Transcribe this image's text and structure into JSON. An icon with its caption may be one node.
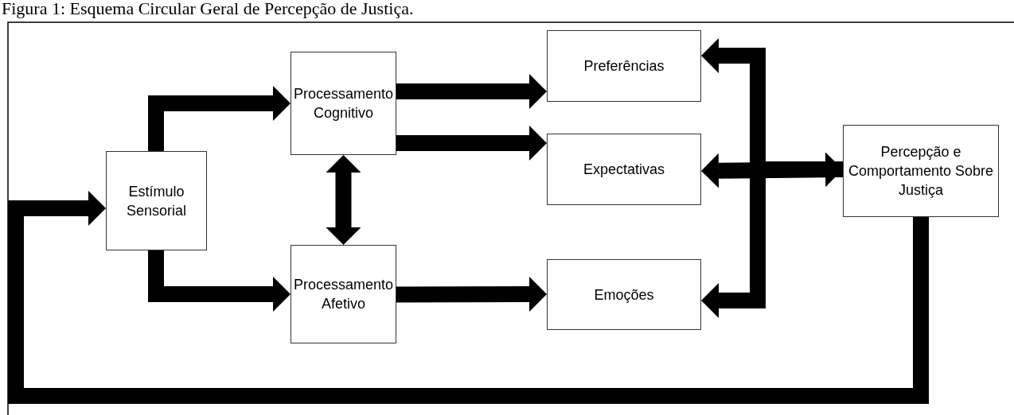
{
  "diagram": {
    "title": "Figura 1: Esquema Circular Geral de Percepção de Justiça.",
    "nodes": [
      {
        "text": [
          "Estímulo Sensorial"
        ]
      },
      {
        "text": [
          "Processamento Cognitivo"
        ]
      },
      {
        "text": [
          "Processamento Afetivo"
        ]
      },
      {
        "text": [
          "Preferências"
        ]
      },
      {
        "text": [
          "Expectativas"
        ]
      },
      {
        "text": [
          "Emoções"
        ]
      },
      {
        "text": [
          "Percepção e Comportamento Sobre Justiça"
        ]
      }
    ],
    "edges": [
      {
        "from": 0,
        "to": 1,
        "arrow": "to"
      },
      {
        "from": 0,
        "to": 2,
        "arrow": "to"
      },
      {
        "from": 1,
        "to": 2,
        "arrow": "both"
      },
      {
        "from": 1,
        "to": 3,
        "arrow": "to"
      },
      {
        "from": 1,
        "to": 4,
        "arrow": "to"
      },
      {
        "from": 2,
        "to": 5,
        "arrow": "to"
      },
      {
        "from": 6,
        "to": 3,
        "arrow": "to"
      },
      {
        "from": 6,
        "to": 4,
        "arrow": "both"
      },
      {
        "from": 6,
        "to": 5,
        "arrow": "to"
      },
      {
        "from": 6,
        "to": 0,
        "arrow": "to"
      }
    ]
  }
}
